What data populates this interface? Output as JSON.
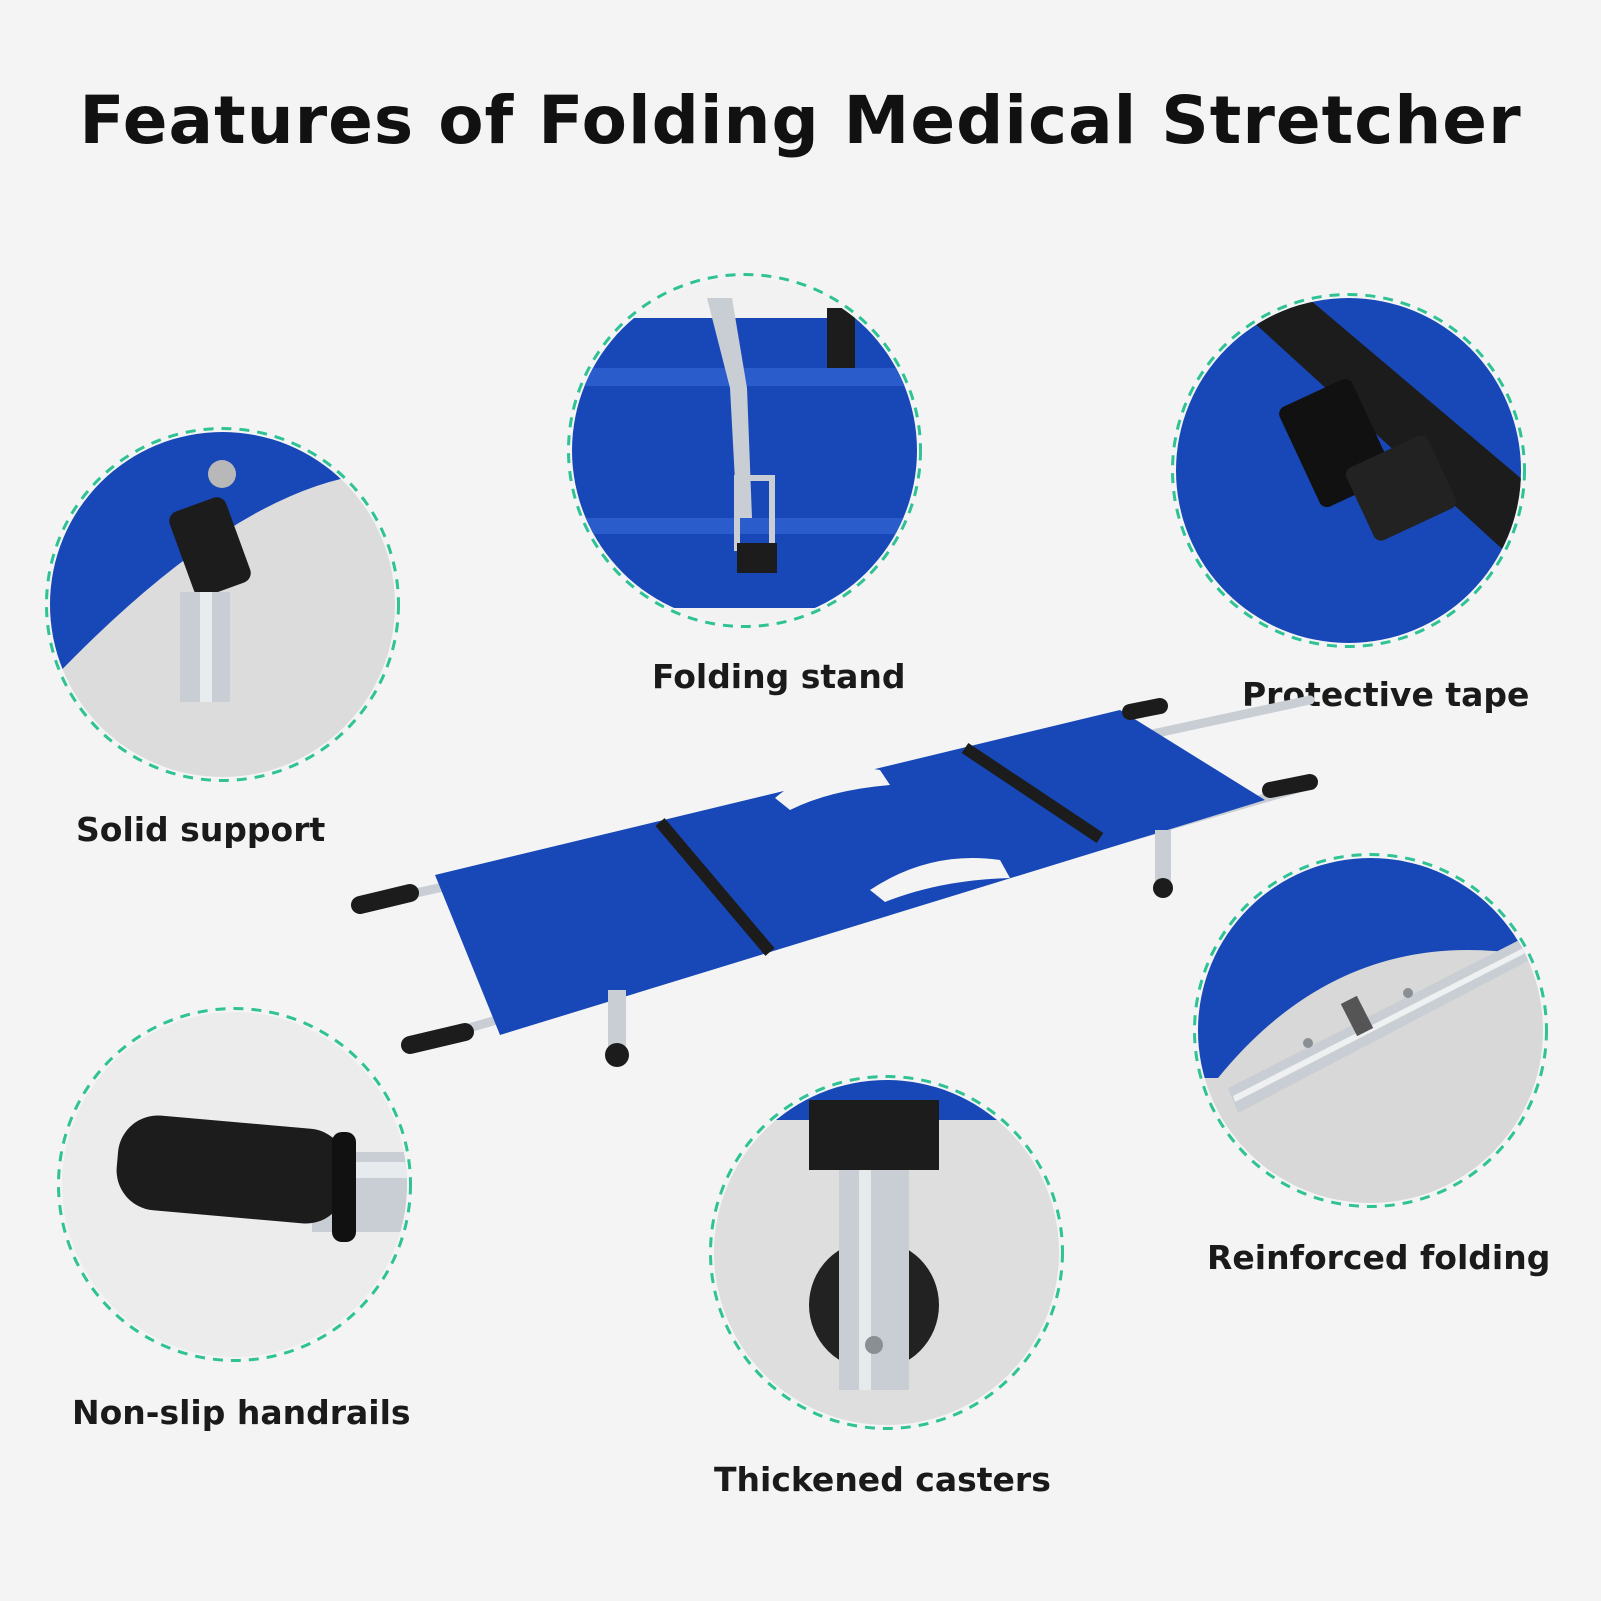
{
  "title": "Features of Folding Medical Stretcher",
  "features": [
    {
      "id": "solid-support",
      "label": "Solid support"
    },
    {
      "id": "folding-stand",
      "label": "Folding stand"
    },
    {
      "id": "protective-tape",
      "label": "Protective tape"
    },
    {
      "id": "non-slip-handrails",
      "label": "Non-slip handrails"
    },
    {
      "id": "thickened-casters",
      "label": "Thickened casters"
    },
    {
      "id": "reinforced-folding",
      "label": "Reinforced folding"
    }
  ],
  "colors": {
    "fabric_blue": "#1848b8",
    "dash_green": "#2ec295",
    "metal": "#c9ced4",
    "rubber": "#1c1c1c"
  }
}
